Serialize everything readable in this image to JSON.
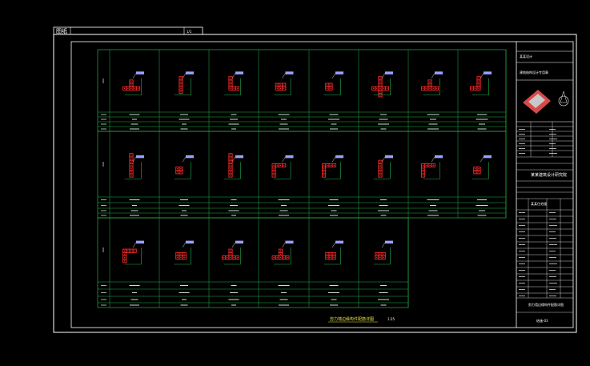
{
  "window": {
    "tab_label": "图纸",
    "tab_extra": "1/1"
  },
  "drawing": {
    "caption": "剪力墙边缘构件配筋详图",
    "caption_suffix": "1:25",
    "title_block": {
      "top_label": "某某设计",
      "sub_label": "建筑结构设计专用章",
      "stamp_icon": "seal-stamp-icon",
      "north_icon": "north-arrow-icon",
      "firm_name": "某某建筑设计研究院",
      "project_name": "某某住宅楼",
      "drawing_name": "剪力墙边缘构件配筋详图",
      "drawing_no": "结施-03"
    }
  },
  "colors": {
    "frame": "#ffffff",
    "grid": "#22b04a",
    "rebar": "#ff2a2a",
    "dim": "#9aa0ff",
    "tag": "#e8e84a",
    "text": "#ffffff"
  }
}
